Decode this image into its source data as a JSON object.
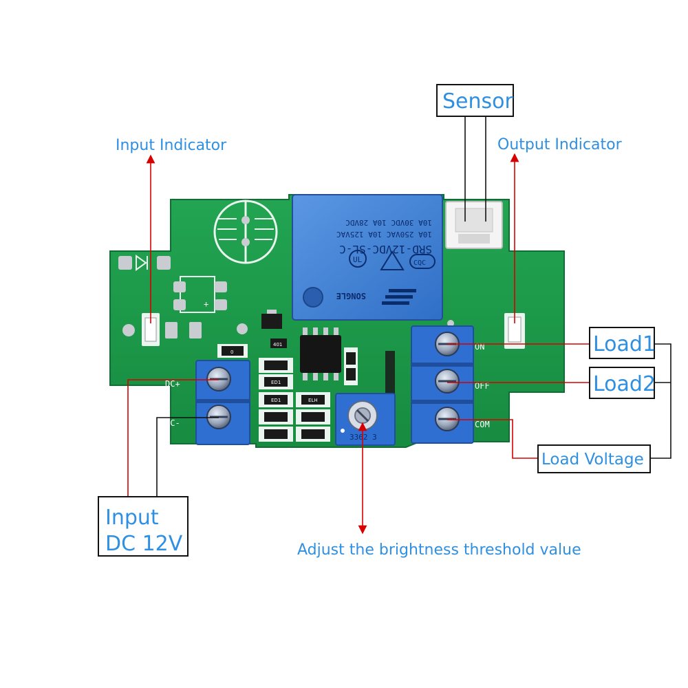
{
  "labels": {
    "input_indicator": "Input Indicator",
    "output_indicator": "Output Indicator",
    "sensor": "Sensor",
    "load1": "Load1",
    "load2": "Load2",
    "load_voltage": "Load Voltage",
    "input_line1": "Input",
    "input_line2": "DC 12V",
    "adjust": "Adjust the brightness threshold value"
  },
  "board": {
    "silk_dc_plus": "DC+",
    "silk_dc_minus": "DC-",
    "silk_on": "ON",
    "silk_off": "OFF",
    "silk_com": "COM",
    "relay_line1": "SRD-12VDC-SL-C",
    "relay_line2": "10A 250VAC 10A 125VAC",
    "relay_line3": "10A 30VDC 10A 28VDC",
    "relay_brand": "SONGLE",
    "relay_cert": "CQC",
    "pot_code": "3362 3",
    "smd_labels": [
      "0",
      "401",
      "ED1",
      "ED1",
      "ELH"
    ]
  },
  "colors": {
    "label_text": "#2f8fe0",
    "pcb_green": "#1d9a4a",
    "relay_blue": "#3d7fd4",
    "terminal_blue": "#2f6fd1",
    "leader_red": "#d60000",
    "leader_black": "#111111"
  },
  "icons": [
    "ldr-sensor-icon",
    "diode-symbol-icon",
    "ul-mark-icon",
    "triangle-cert-icon"
  ]
}
